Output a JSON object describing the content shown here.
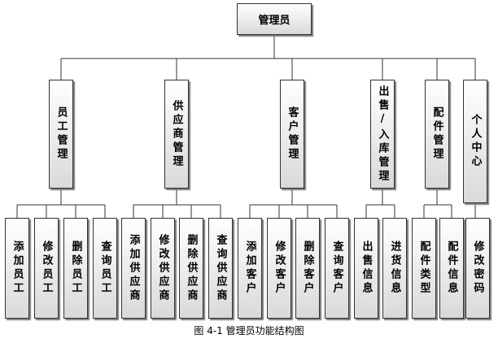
{
  "root": {
    "label": "管理员"
  },
  "branches": [
    {
      "label": "员工管理",
      "children": [
        "添加员工",
        "修改员工",
        "删除员工",
        "查询员工"
      ]
    },
    {
      "label": "供应商管理",
      "children": [
        "添加供应商",
        "修改供应商",
        "删除供应商",
        "查询供应商"
      ]
    },
    {
      "label": "客户管理",
      "children": [
        "添加客户",
        "修改客户",
        "删除客户",
        "查询客户"
      ]
    },
    {
      "label": "出售/入库管理",
      "children": [
        "出售信息",
        "进货信息"
      ]
    },
    {
      "label": "配件管理",
      "children": [
        "配件类型",
        "配件信息"
      ]
    },
    {
      "label": "个人中心",
      "children": [
        "修改密码"
      ]
    }
  ],
  "caption": "图 4-1 管理员功能结构图"
}
